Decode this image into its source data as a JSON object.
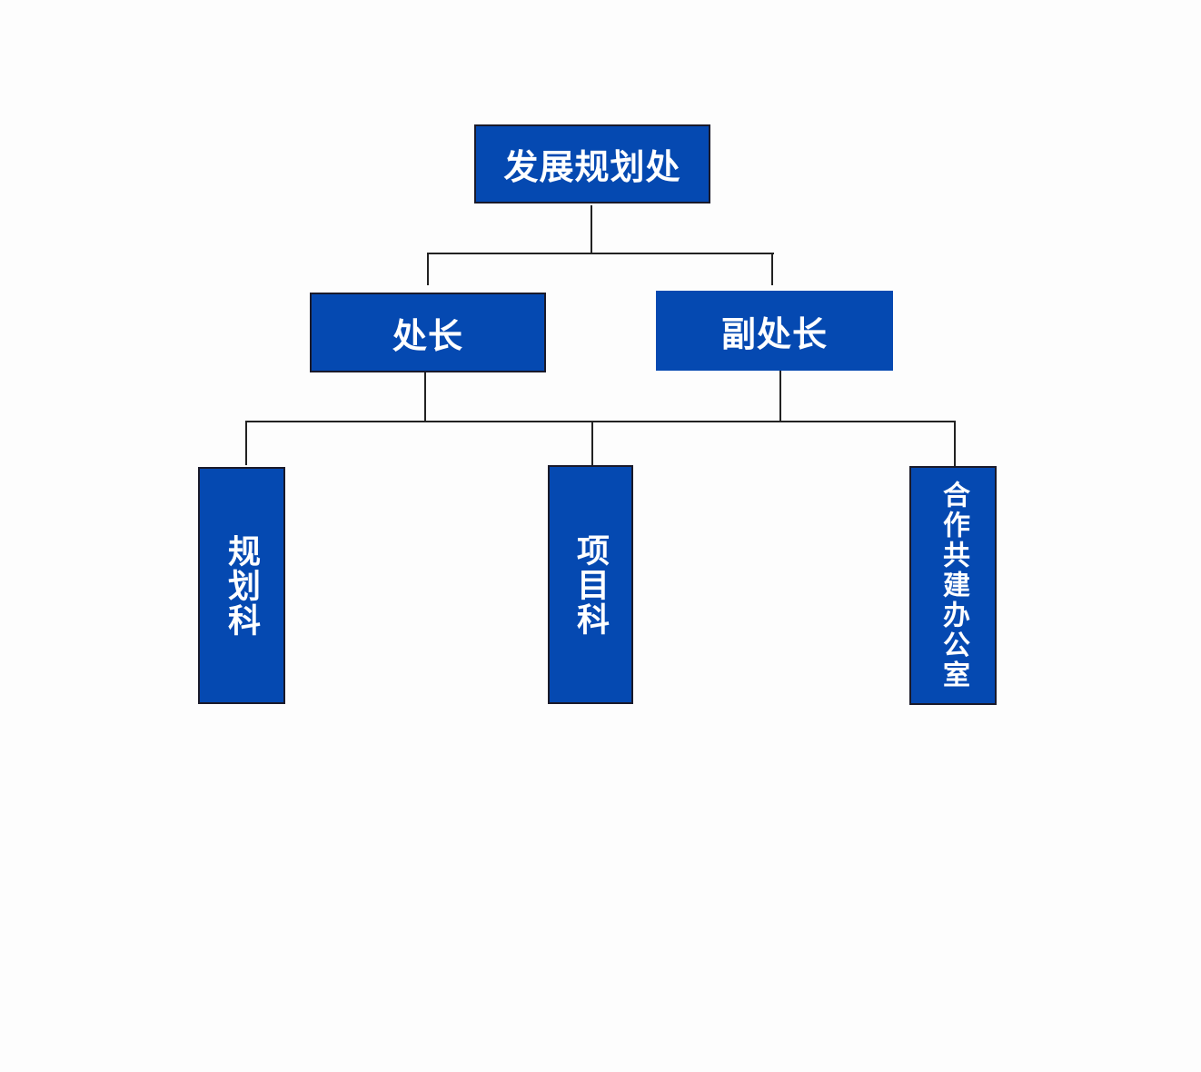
{
  "org_chart": {
    "root": {
      "label": "发展规划处"
    },
    "leaders": [
      {
        "label": "处长"
      },
      {
        "label": "副处长"
      }
    ],
    "departments": [
      {
        "label": "规划科"
      },
      {
        "label": "项目科"
      },
      {
        "label": "合作共建办公室"
      }
    ],
    "colors": {
      "box": "#0549b1",
      "text": "#ffffff",
      "line": "#222222"
    }
  }
}
